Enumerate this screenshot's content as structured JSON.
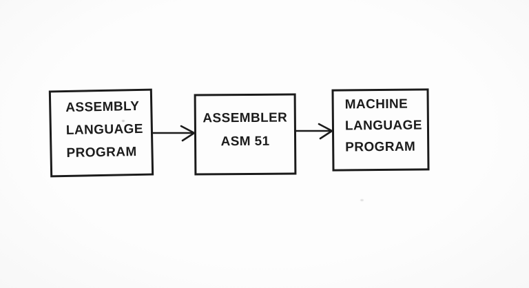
{
  "diagram": {
    "description": "Scanned block diagram of the 8051 assembly translation process",
    "colors": {
      "background": "#fbfbfb",
      "box_fill": "#fdfdfd",
      "line": "#1b1b1b",
      "text": "#1c1c1c"
    },
    "nodes": [
      {
        "id": "assembly-language-program",
        "align": "left",
        "lines": [
          "ASSEMBLY",
          "LANGUAGE",
          "PROGRAM"
        ]
      },
      {
        "id": "assembler-asm51",
        "align": "center",
        "lines": [
          "ASSEMBLER",
          "ASM 51"
        ]
      },
      {
        "id": "machine-language-program",
        "align": "left",
        "lines": [
          "MACHINE",
          "LANGUAGE",
          "PROGRAM"
        ]
      }
    ],
    "edges": [
      {
        "from": "assembly-language-program",
        "to": "assembler-asm51",
        "type": "arrow-right"
      },
      {
        "from": "assembler-asm51",
        "to": "machine-language-program",
        "type": "arrow-right"
      }
    ]
  }
}
